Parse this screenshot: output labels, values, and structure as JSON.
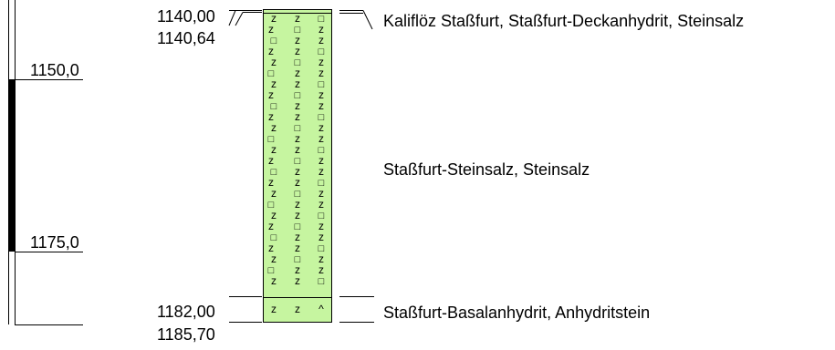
{
  "scale": {
    "labels": [
      "1150,0",
      "1175,0"
    ]
  },
  "depths": {
    "top_1": "1140,00",
    "top_2": "1140,64",
    "bottom_1": "1182,00",
    "bottom_2": "1185,70"
  },
  "layers": [
    "Kaliflöz Staßfurt, Staßfurt-Deckanhydrit, Steinsalz",
    "Staßfurt-Steinsalz, Steinsalz",
    "Staßfurt-Basalanhydrit, Anhydritstein"
  ],
  "colors": {
    "fill": "#c6f5a0",
    "line": "#000000"
  },
  "symbols": {
    "halite": "z",
    "square": "□",
    "anhydrite": "^"
  }
}
